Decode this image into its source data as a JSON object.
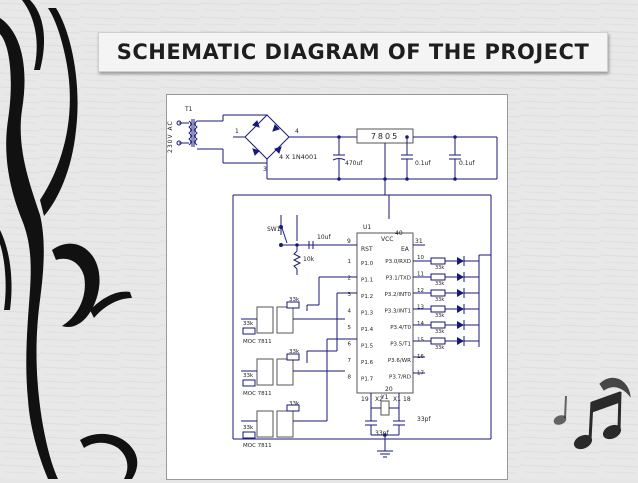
{
  "slide": {
    "title": "SCHEMATIC DIAGRAM OF THE PROJECT"
  },
  "schematic": {
    "transformer": {
      "ref": "T1",
      "supply": "230V AC"
    },
    "rectifier": {
      "part": "4 X 1N4001",
      "pin_left": "1",
      "pin_right": "4",
      "pin_bottom": "3"
    },
    "regulator": {
      "part": "7805"
    },
    "capacitors": {
      "c1": "470uf",
      "c2": "0.1uf",
      "c3": "0.1uf",
      "c_reset": "10uf",
      "xtal_c1": "33pf",
      "xtal_c2": "33pf"
    },
    "switch": {
      "ref": "SW1"
    },
    "resistor_reset": "10k",
    "mcu": {
      "ref": "U1",
      "vcc": "VCC",
      "vcc_pin": "40",
      "ea_pin": "31",
      "ea_label": "EA",
      "rst": "RST",
      "rst_pin": "9",
      "xtal_label": "X1",
      "xtal2_label": "X2",
      "xtal_ref": "Y1",
      "xtal_pin_left": "19",
      "xtal_pin_right": "18",
      "gnd_pin": "20",
      "left_pins": [
        {
          "num": "1",
          "name": "P1.0"
        },
        {
          "num": "2",
          "name": "P1.1"
        },
        {
          "num": "3",
          "name": "P1.2"
        },
        {
          "num": "4",
          "name": "P1.3"
        },
        {
          "num": "5",
          "name": "P1.4"
        },
        {
          "num": "6",
          "name": "P1.5"
        },
        {
          "num": "7",
          "name": "P1.6"
        },
        {
          "num": "8",
          "name": "P1.7"
        }
      ],
      "right_pins": [
        {
          "num": "10",
          "name": "P3.0/RXD"
        },
        {
          "num": "11",
          "name": "P3.1/TXD"
        },
        {
          "num": "12",
          "name": "P3.2/INT0"
        },
        {
          "num": "13",
          "name": "P3.3/INT1"
        },
        {
          "num": "14",
          "name": "P3.4/T0"
        },
        {
          "num": "15",
          "name": "P3.5/T1"
        },
        {
          "num": "16",
          "name": "P3.6/WR"
        },
        {
          "num": "17",
          "name": "P3.7/RD"
        }
      ]
    },
    "led_resistors": [
      "33k",
      "33k",
      "33k",
      "33k",
      "33k",
      "33k"
    ],
    "optocouplers": [
      {
        "part": "MOC 7811",
        "resistor_a": "33k",
        "resistor_b": "33k"
      },
      {
        "part": "MOC 7811",
        "resistor_a": "33k",
        "resistor_b": "33k"
      },
      {
        "part": "MOC 7811",
        "resistor_a": "33k",
        "resistor_b": "33k"
      }
    ]
  }
}
